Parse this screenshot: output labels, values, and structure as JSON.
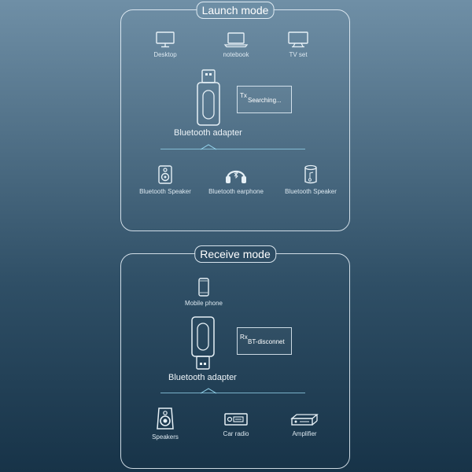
{
  "launch": {
    "title": "Launch mode",
    "sources": [
      {
        "label": "Desktop",
        "icon": "desktop-icon"
      },
      {
        "label": "notebook",
        "icon": "notebook-icon"
      },
      {
        "label": "TV set",
        "icon": "tv-icon"
      }
    ],
    "adapter_label": "Bluetooth adapter",
    "screen": {
      "tag": "Tx",
      "message": "Searching..."
    },
    "targets": [
      {
        "label": "Bluetooth Speaker",
        "icon": "speaker-icon"
      },
      {
        "label": "Bluetooth earphone",
        "icon": "headphone-icon"
      },
      {
        "label": "Bluetooth Speaker",
        "icon": "smart-speaker-icon"
      }
    ]
  },
  "receive": {
    "title": "Receive mode",
    "source": {
      "label": "Mobile phone",
      "icon": "mobile-phone-icon"
    },
    "adapter_label": "Bluetooth adapter",
    "screen": {
      "tag": "Rx",
      "message": "BT-disconnet"
    },
    "targets": [
      {
        "label": "Speakers",
        "icon": "speakers-icon"
      },
      {
        "label": "Car radio",
        "icon": "car-radio-icon"
      },
      {
        "label": "Amplifier",
        "icon": "amplifier-icon"
      }
    ]
  },
  "colors": {
    "accent_line": "#96d7f0",
    "stroke": "#e6f0f6"
  }
}
